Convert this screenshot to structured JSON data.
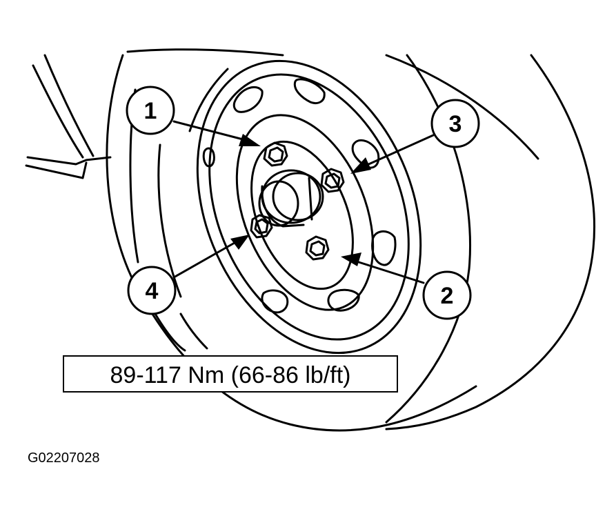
{
  "diagram": {
    "callouts": [
      {
        "number": "1"
      },
      {
        "number": "2"
      },
      {
        "number": "3"
      },
      {
        "number": "4"
      }
    ],
    "torque_spec": "89-117 Nm (66-86 lb/ft)",
    "figure_id": "G02207028"
  },
  "colors": {
    "ink": "#000000",
    "paper": "#ffffff"
  }
}
